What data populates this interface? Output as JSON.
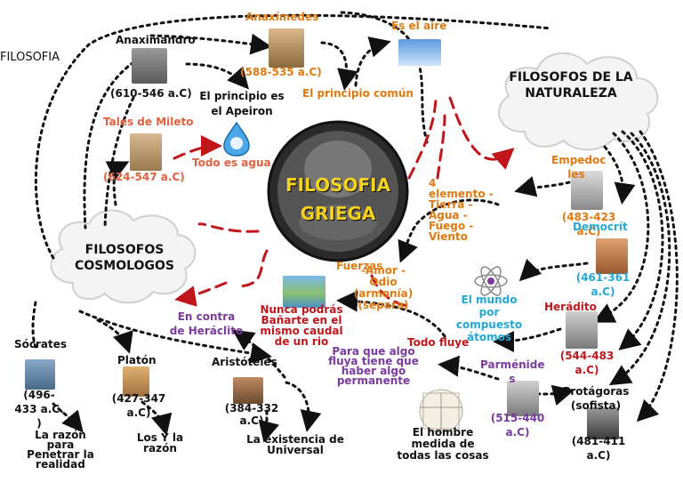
{
  "labels": {
    "filosofia_side": "FILOSOFIA",
    "center_title_1": "FILOSOFIA",
    "center_title_2": "GRIEGA",
    "cloud_naturaleza": "FILOSOFOS DE LA NATURALEZA",
    "cloud_cosmologos": "FILOSOFOS COSMOLOGOS",
    "anaximandro": "Anaximandro",
    "anaximandro_dates": "(610-546 a.C)",
    "anaximandro_idea": "El principio es el Apeiron",
    "anaximenes": "Anaxímedes",
    "anaximenes_dates": "(588-535 a.C)",
    "es_el_aire": "Es el aire",
    "principio_comun": "El principio común",
    "tales": "Tales de Mileto",
    "tales_dates": "(624-547 a.C)",
    "tales_idea": "Todo es agua",
    "empedocles": "Empedoc les",
    "empedocles_dates": "(483-423 a.C)",
    "democrito": "Democrít",
    "democrito_dates": "(461-361 a.C)",
    "elementos": "4 elemento -Tierra -Agua -Fuego -Viento",
    "fuerzas": "Fuerzas",
    "amor_odio": "-Amor -Odio (armonía) (separa)",
    "mundo_atomos": "El mundo por compuesto átomos",
    "heraclito": "Herádito",
    "heraclito_dates": "(544-483 a.C)",
    "todo_fluye": "Todo fluye",
    "nunca_podras": "Nunca podrás Bañarte en el mismo caudal de un rio",
    "en_contra": "En contra de Heráclito",
    "parmenides": "Parménide s",
    "parmenides_dates": "(515-440 a.C)",
    "para_que_algo": "Para que algo fluya tiene que haber algo permanente",
    "protagoras": "Protágoras (sofista)",
    "protagoras_dates": "(481-411 a.C)",
    "hombre_medida": "El hombre medida de todas las cosas",
    "socrates": "Sócrates",
    "socrates_dates": "(496-433 a.C. )",
    "socrates_idea": "La razón para Penetrar la realidad",
    "platon": "Platón",
    "platon_dates": "(427-347 a.C)",
    "platon_idea": "Los Y la razón",
    "aristoteles": "Aristóteles",
    "aristoteles_dates": "(384-332 a.C)",
    "aristoteles_idea": "La existencia de Universal"
  },
  "colors": {
    "orange": "#e07a10",
    "red": "#c0161a",
    "purple": "#7a3aa0",
    "cyan": "#22a8d8",
    "black": "#111111"
  },
  "icons": [
    "droplet-icon",
    "sky-icon",
    "atom-icon",
    "river-icon",
    "vitruvian-icon",
    "portrait-icon"
  ]
}
